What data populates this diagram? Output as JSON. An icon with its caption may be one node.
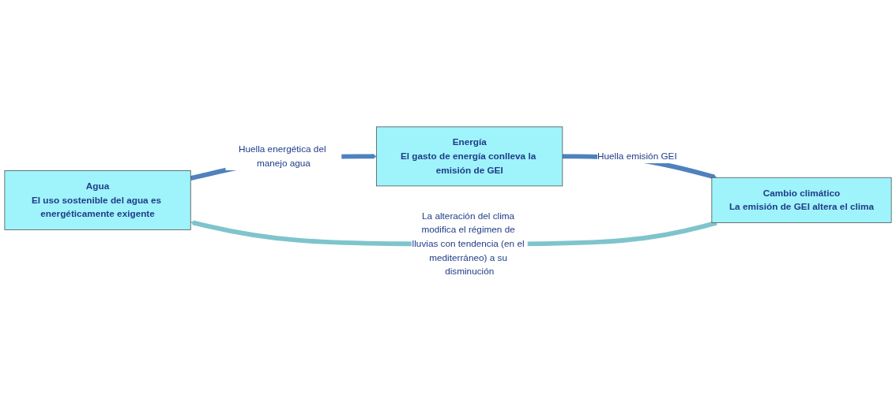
{
  "diagram": {
    "nodes": [
      {
        "text": [
          "Agua",
          "El uso sostenible del agua es energéticamente exigente"
        ]
      },
      {
        "text": [
          "Energía",
          "El gasto de energía conlleva la emisión de GEI"
        ]
      },
      {
        "text": [
          "Cambio climático",
          "La emisión de GEI altera el clima"
        ]
      }
    ],
    "edges": [
      {
        "from": 0,
        "to": 1,
        "arrow": "to",
        "label": "Huella energética del manejo agua"
      },
      {
        "from": 1,
        "to": 2,
        "arrow": "to",
        "label": "Huella emisión GEI"
      },
      {
        "from": 2,
        "to": 0,
        "arrow": "to",
        "label": "La alteración del clima modifica el régimen de lluvias con tendencia (en el mediterráneo) a su disminución",
        "color": "#7fc4cc"
      }
    ]
  }
}
